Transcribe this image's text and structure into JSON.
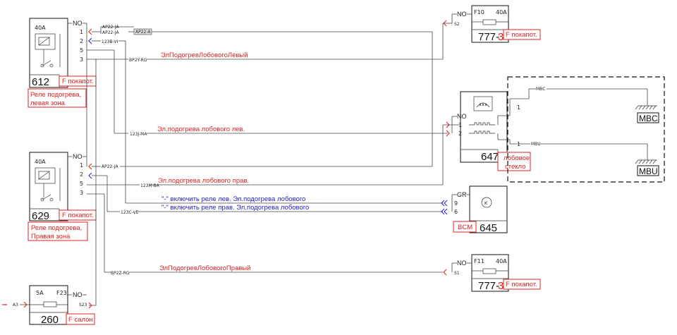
{
  "relay612": {
    "rating": "40A",
    "no_label": "NO",
    "pins": [
      "1",
      "2",
      "5",
      "3"
    ],
    "number": "612",
    "fuse_loc": "F покапот.",
    "name_line1": "Реле  подогрева,",
    "name_line2": "левая зона"
  },
  "relay629": {
    "rating": "40A",
    "no_label": "NO",
    "pins": [
      "1",
      "2",
      "5",
      "3"
    ],
    "number": "629",
    "fuse_loc": "F покапот.",
    "name_line1": "Реле  подогрева,",
    "name_line2": "Правая зона"
  },
  "fuse260": {
    "rating": "5A",
    "fuse_id": "F23",
    "no_label": "NO",
    "pin": "S23",
    "number": "260",
    "fuse_loc": "F салон",
    "input": "A3"
  },
  "fuse_f10": {
    "fuse_id": "F10",
    "rating": "40A",
    "no_label": "NO",
    "pin": "S2",
    "number": "777-",
    "number_suffix": "3",
    "fuse_loc": "F покапот."
  },
  "fuse_f11": {
    "fuse_id": "F11",
    "rating": "40A",
    "no_label": "NO",
    "pin": "S1",
    "number": "777-",
    "number_suffix": "3",
    "fuse_loc": "F покапот."
  },
  "windshield647": {
    "no_label": "NO",
    "pins": [
      "1",
      "2"
    ],
    "ground_pin_top": "1",
    "ground_pin_bottom": "1",
    "number": "647",
    "name_line1": "лобовое",
    "name_line2": "стекло"
  },
  "bcm645": {
    "gr_label": "GR",
    "pins": [
      "9",
      "6"
    ],
    "number": "645",
    "name": "BCM"
  },
  "grounds": {
    "mbc": "MBC",
    "mbu": "MBU",
    "wire_mbc": "MBC",
    "wire_mbu": "MBU"
  },
  "wires": {
    "ap22ja_a": "AP22-JA",
    "ap22ja_b": "AP22-JA",
    "ap22a": "AP22-A",
    "w123bvi": "123B-VI",
    "bp2yrg": "BP2Y-RG",
    "w123jma": "123J-MA",
    "ap22ja_c": "AP22-JA",
    "w123mba": "123M-BA",
    "w123cve": "123C-VE",
    "bp2zrg": "BP2Z-RG"
  },
  "labels": {
    "heat_left_wire": "ЭлПодогревЛобовогоЛевый",
    "heat_left": "Эл.подогрева лобового лев.",
    "heat_right": "Эл.подогрева лобового прав.",
    "bcm_left": "\"-\" включить реле лев. Эл.подогрева лобового",
    "bcm_right": "\"-\" включить реле прав. Эл.подогрева лобового",
    "heat_right_wire": "ЭлПодогревЛобовогоПравый"
  },
  "colors": {
    "red_annotation": "#e02020",
    "blue_annotation": "#2020d0",
    "wire": "#444444"
  }
}
